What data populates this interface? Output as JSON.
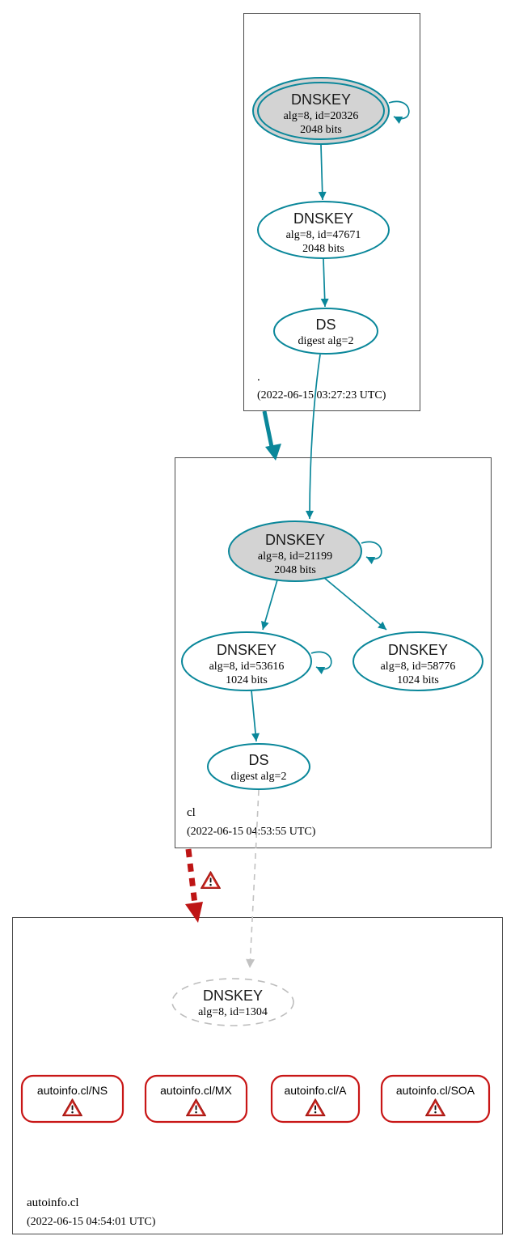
{
  "diagram": {
    "type": "dnssec-authentication-chain",
    "colors": {
      "secure": "#0a879a",
      "bogus": "#be1515",
      "warning_border": "#c81616",
      "insecure_grey": "#c2c2c2",
      "ksk_fill": "#d3d3d3",
      "zone_border": "#4a4a4a"
    },
    "zones": {
      "root": {
        "name": ".",
        "timestamp": "(2022-06-15 03:27:23 UTC)"
      },
      "cl": {
        "name": "cl",
        "timestamp": "(2022-06-15 04:53:55 UTC)"
      },
      "autoinfo": {
        "name": "autoinfo.cl",
        "timestamp": "(2022-06-15 04:54:01 UTC)"
      }
    },
    "nodes": {
      "root_ksk": {
        "title": "DNSKEY",
        "detail1": "alg=8, id=20326",
        "detail2": "2048 bits"
      },
      "root_zsk": {
        "title": "DNSKEY",
        "detail1": "alg=8, id=47671",
        "detail2": "2048 bits"
      },
      "root_ds": {
        "title": "DS",
        "detail1": "digest alg=2"
      },
      "cl_ksk": {
        "title": "DNSKEY",
        "detail1": "alg=8, id=21199",
        "detail2": "2048 bits"
      },
      "cl_zsk1": {
        "title": "DNSKEY",
        "detail1": "alg=8, id=53616",
        "detail2": "1024 bits"
      },
      "cl_zsk2": {
        "title": "DNSKEY",
        "detail1": "alg=8, id=58776",
        "detail2": "1024 bits"
      },
      "cl_ds": {
        "title": "DS",
        "detail1": "digest alg=2"
      },
      "autoinfo_dnskey": {
        "title": "DNSKEY",
        "detail1": "alg=8, id=1304"
      }
    },
    "rrsets": {
      "ns": {
        "label": "autoinfo.cl/NS"
      },
      "mx": {
        "label": "autoinfo.cl/MX"
      },
      "a": {
        "label": "autoinfo.cl/A"
      },
      "soa": {
        "label": "autoinfo.cl/SOA"
      }
    },
    "icons": {
      "warning": "warning-triangle"
    }
  }
}
